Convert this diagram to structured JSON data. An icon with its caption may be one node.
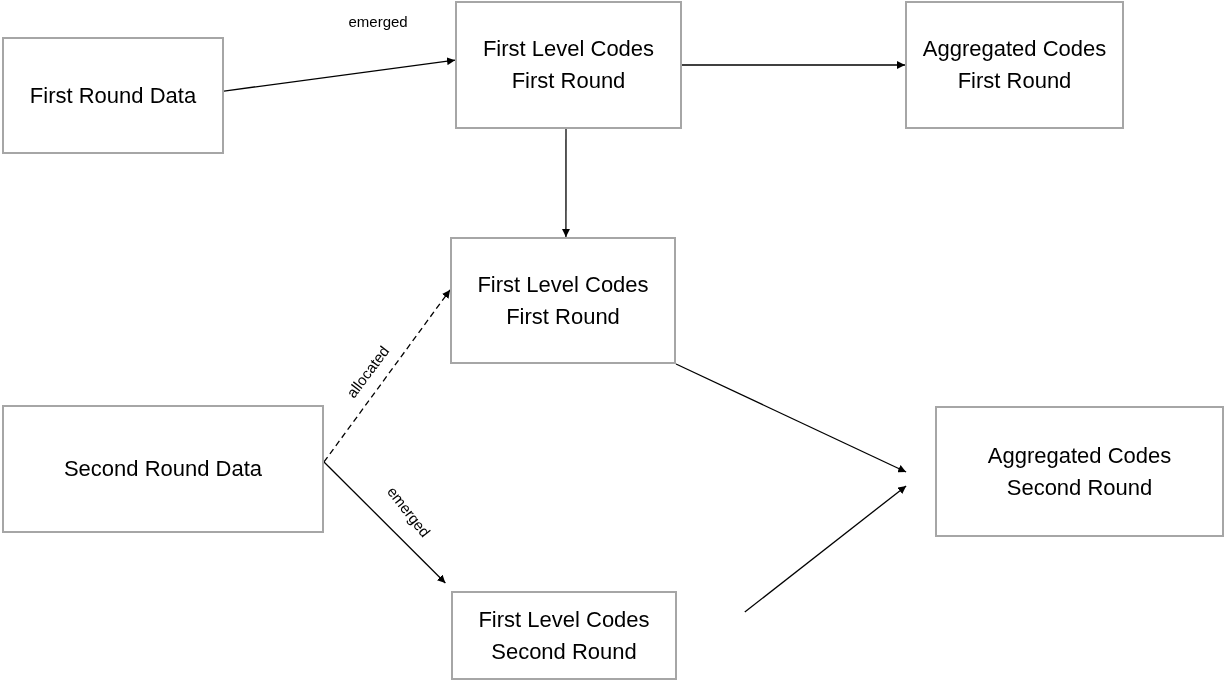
{
  "diagram": {
    "nodes": [
      {
        "text": [
          "First Round Data"
        ]
      },
      {
        "text": [
          "First Level Codes First Round"
        ]
      },
      {
        "text": [
          "Aggregated Codes First Round"
        ]
      },
      {
        "text": [
          "First Level Codes First Round"
        ]
      },
      {
        "text": [
          "Second Round Data"
        ]
      },
      {
        "text": [
          "Aggregated Codes Second Round"
        ]
      },
      {
        "text": [
          "First Level Codes Second Round"
        ]
      }
    ],
    "edges": [
      {
        "from": 0,
        "to": 1,
        "arrow": "to",
        "label": "emerged"
      },
      {
        "from": 1,
        "to": 2,
        "arrow": "to"
      },
      {
        "from": 1,
        "to": 3,
        "arrow": "to"
      },
      {
        "from": 4,
        "to": 3,
        "arrow": "to",
        "label": "allocated",
        "style": "dashed"
      },
      {
        "from": 4,
        "to": 6,
        "arrow": "to",
        "label": "emerged"
      },
      {
        "from": 3,
        "to": 5,
        "arrow": "to"
      },
      {
        "from": 6,
        "to": 5,
        "arrow": "to"
      }
    ]
  }
}
